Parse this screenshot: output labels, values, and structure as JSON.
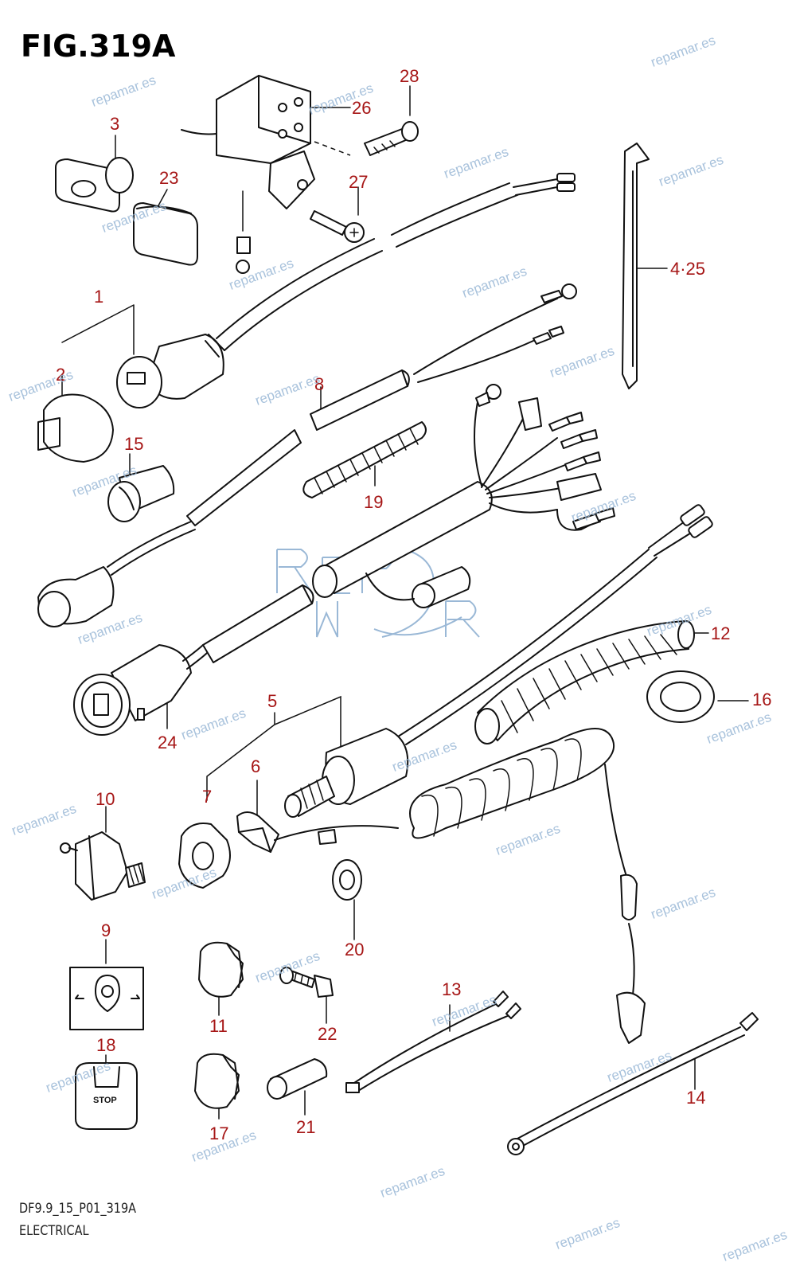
{
  "title": "FIG.319A",
  "diagram_code": "DF9.9_15_P01_319A",
  "section_name": "ELECTRICAL",
  "stop_label": "STOP",
  "watermark_text": "repamar.es",
  "logo_text": "REPAMAR",
  "colors": {
    "callout": "#a61616",
    "line": "#111111",
    "watermark": "#9ab8d6"
  },
  "callouts": {
    "c1": "1",
    "c2": "2",
    "c3": "3",
    "c4_25": "4·25",
    "c5": "5",
    "c6": "6",
    "c7": "7",
    "c8": "8",
    "c9": "9",
    "c10": "10",
    "c11": "11",
    "c12": "12",
    "c13": "13",
    "c14": "14",
    "c15": "15",
    "c16": "16",
    "c17": "17",
    "c18": "18",
    "c19": "19",
    "c20": "20",
    "c21": "21",
    "c22": "22",
    "c23": "23",
    "c24": "24",
    "c26": "26",
    "c27": "27",
    "c28": "28"
  }
}
